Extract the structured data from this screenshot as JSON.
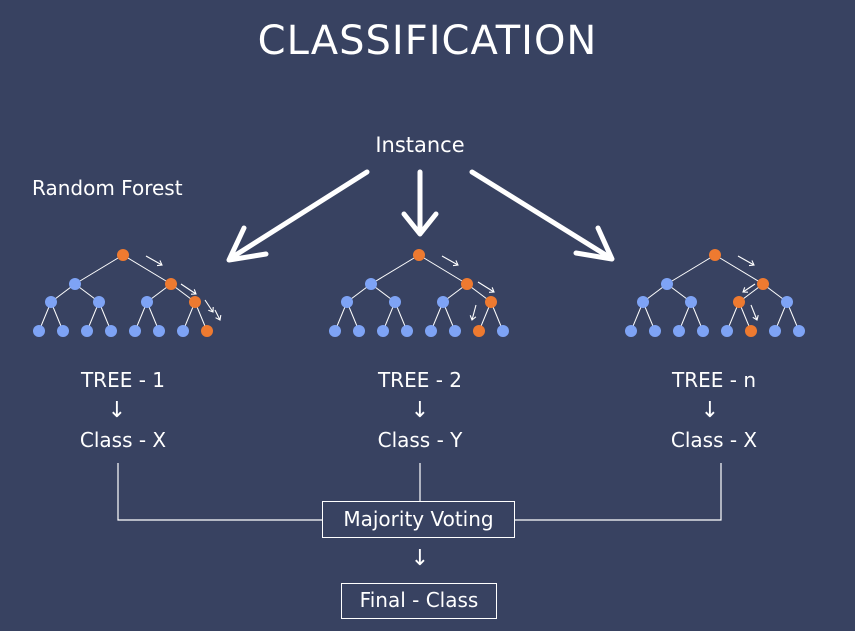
{
  "title": "CLASSIFICATION",
  "instance_label": "Instance",
  "forest_label": "Random Forest",
  "trees": [
    {
      "name": "TREE - 1",
      "arrow": "↓",
      "class": "Class - X"
    },
    {
      "name": "TREE - 2",
      "arrow": "↓",
      "class": "Class - Y"
    },
    {
      "name": "TREE - n",
      "arrow": "↓",
      "class": "Class - X"
    }
  ],
  "voting_label": "Majority Voting",
  "final_arrow": "↓",
  "final_label": "Final - Class",
  "colors": {
    "background": "#384261",
    "node": "#7ea3f5",
    "path_node": "#ee7a30",
    "text": "#ffffff"
  }
}
